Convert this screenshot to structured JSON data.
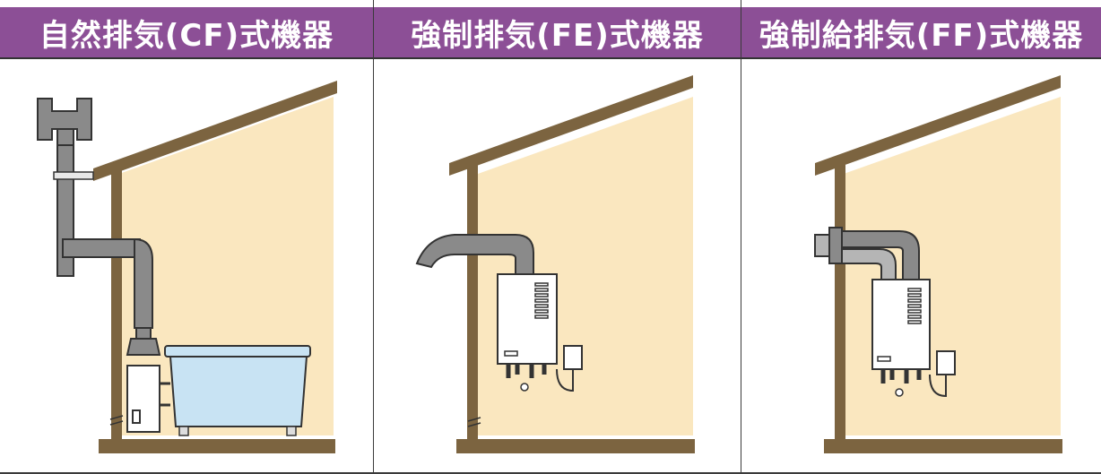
{
  "panels": [
    {
      "title": "自然排気(CF)式機器",
      "type": "cf"
    },
    {
      "title": "強制排気(FE)式機器",
      "type": "fe"
    },
    {
      "title": "強制給排気(FF)式機器",
      "type": "ff"
    }
  ],
  "colors": {
    "header_bg": "#8c4f96",
    "wall": "#fae7bf",
    "wood": "#7c6440",
    "pipe": "#8a8a8a",
    "pipe_light": "#b5b5b5",
    "tub": "#c8e3f3",
    "outline": "#333333"
  }
}
